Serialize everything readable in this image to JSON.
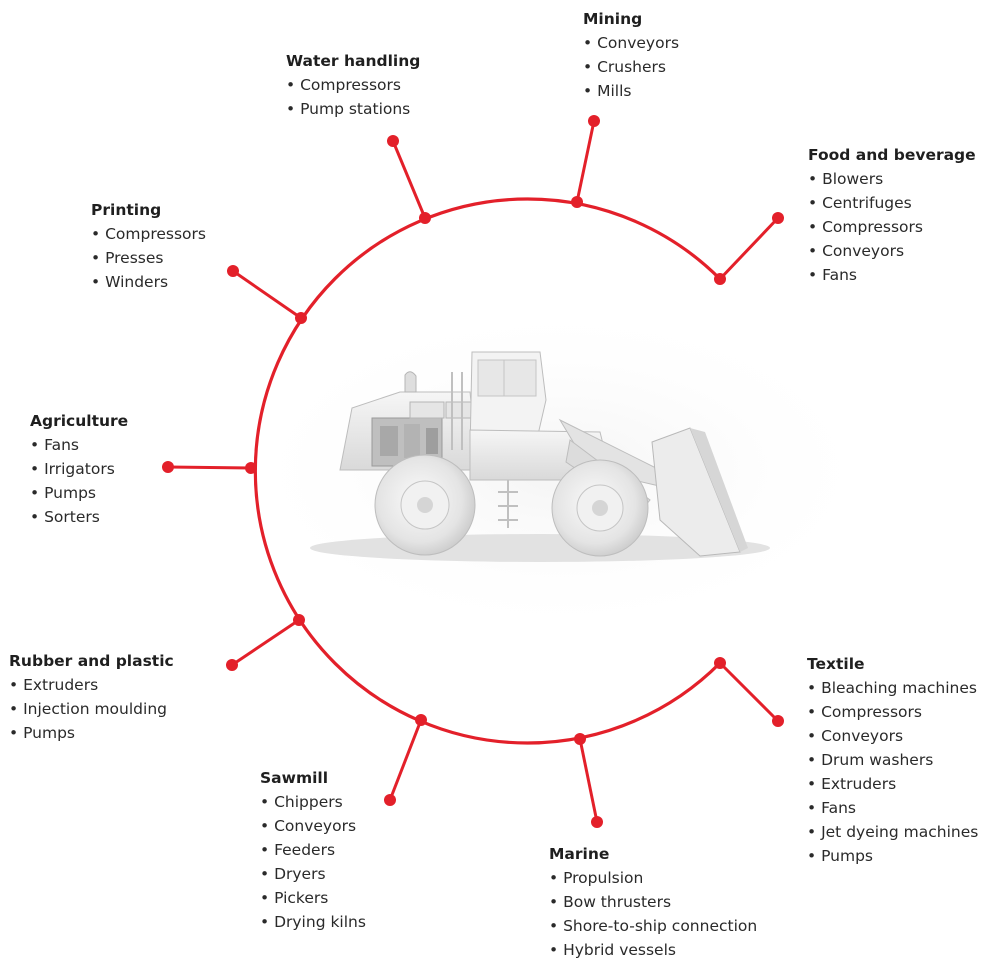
{
  "colors": {
    "accent": "#e3202a",
    "text": "#2a2a2a",
    "machine_body": "#e9e9e9",
    "machine_shadow": "#c9c9c9"
  },
  "center_image": "wheel-loader-cutaway",
  "industries": [
    {
      "id": "mining",
      "title": "Mining",
      "items": [
        "Conveyors",
        "Crushers",
        "Mills"
      ]
    },
    {
      "id": "water-handling",
      "title": "Water handling",
      "items": [
        "Compressors",
        "Pump stations"
      ]
    },
    {
      "id": "food-beverage",
      "title": "Food and beverage",
      "items": [
        "Blowers",
        "Centrifuges",
        "Compressors",
        "Conveyors",
        "Fans"
      ]
    },
    {
      "id": "printing",
      "title": "Printing",
      "items": [
        "Compressors",
        "Presses",
        "Winders"
      ]
    },
    {
      "id": "agriculture",
      "title": "Agriculture",
      "items": [
        "Fans",
        "Irrigators",
        "Pumps",
        "Sorters"
      ]
    },
    {
      "id": "rubber-plastic",
      "title": "Rubber and plastic",
      "items": [
        "Extruders",
        "Injection moulding",
        "Pumps"
      ]
    },
    {
      "id": "sawmill",
      "title": "Sawmill",
      "items": [
        "Chippers",
        "Conveyors",
        "Feeders",
        "Dryers",
        "Pickers",
        "Drying kilns"
      ]
    },
    {
      "id": "marine",
      "title": "Marine",
      "items": [
        "Propulsion",
        "Bow thrusters",
        "Shore-to-ship connection",
        "Hybrid vessels"
      ]
    },
    {
      "id": "textile",
      "title": "Textile",
      "items": [
        "Bleaching machines",
        "Compressors",
        "Conveyors",
        "Drum washers",
        "Extruders",
        "Fans",
        "Jet dyeing machines",
        "Pumps"
      ]
    }
  ]
}
